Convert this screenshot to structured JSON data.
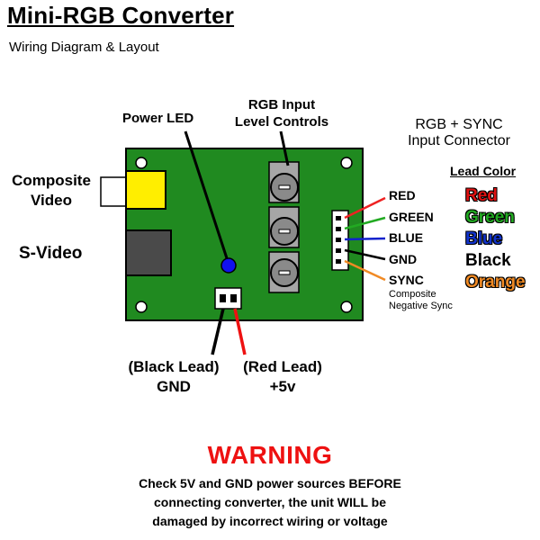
{
  "title": "Mini-RGB Converter",
  "subtitle": "Wiring Diagram & Layout",
  "labels": {
    "power_led": "Power LED",
    "rgb_controls": [
      "RGB Input",
      "Level Controls"
    ],
    "rgb_sync_connector": [
      "RGB + SYNC",
      "Input Connector"
    ],
    "composite_video": [
      "Composite",
      "Video"
    ],
    "svideo": "S-Video",
    "black_lead": [
      "(Black Lead)",
      "GND"
    ],
    "red_lead": [
      "(Red Lead)",
      "+5v"
    ]
  },
  "pins": [
    {
      "label": "RED",
      "color": "#ee2222"
    },
    {
      "label": "GREEN",
      "color": "#22aa22"
    },
    {
      "label": "BLUE",
      "color": "#1122cc"
    },
    {
      "label": "GND",
      "color": "#000000"
    },
    {
      "label": "SYNC",
      "color": "#f08a24"
    }
  ],
  "sync_note": [
    "Composite",
    "Negative Sync"
  ],
  "lead_color": {
    "header": "Lead Color",
    "entries": [
      {
        "label": "Red",
        "color": "#dd1111"
      },
      {
        "label": "Green",
        "color": "#22aa22"
      },
      {
        "label": "Blue",
        "color": "#1133cc"
      },
      {
        "label": "Black",
        "color": "#000000"
      },
      {
        "label": "Orange",
        "color": "#f08a24"
      }
    ]
  },
  "warning": {
    "title": "WARNING",
    "lines": [
      "Check 5V and GND power sources BEFORE",
      "connecting converter, the unit WILL be",
      "damaged by incorrect wiring or voltage"
    ]
  },
  "colors": {
    "board": "#208a20",
    "composite_jack": "#ffee00",
    "svideo_jack": "#4a4a4a",
    "led": "#1111ee",
    "potentiometer": "#8a8a8a",
    "warning": "#ee1111"
  }
}
